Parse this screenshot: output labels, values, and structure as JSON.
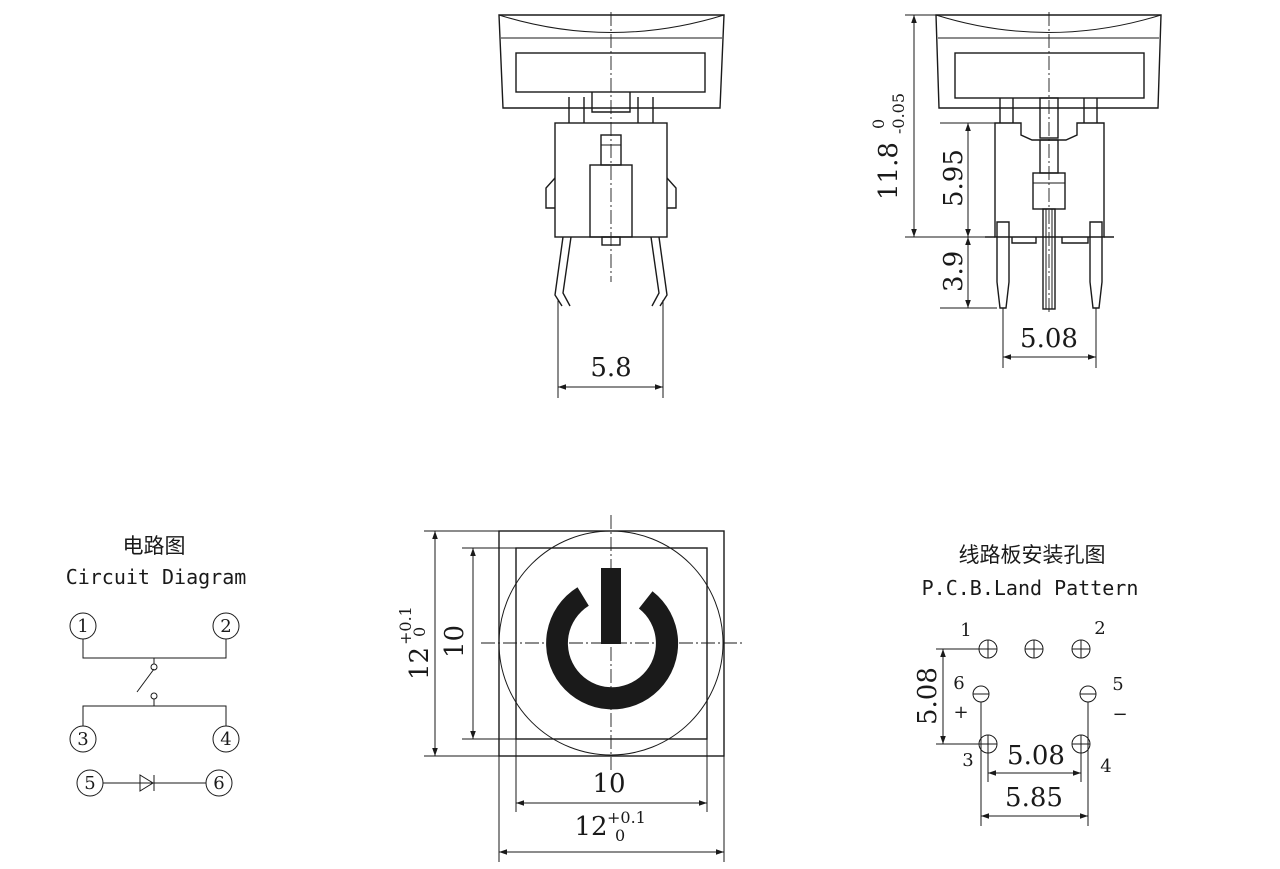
{
  "circuit": {
    "title_cn": "电路图",
    "title_en": "Circuit Diagram",
    "pins": [
      "1",
      "2",
      "3",
      "4",
      "5",
      "6"
    ]
  },
  "side_view": {
    "dim_pin_spacing": "5.8"
  },
  "front_view": {
    "dim_height_main": "11.8",
    "dim_height_tol_upper": "0",
    "dim_height_tol_lower": "-0.05",
    "dim_body": "5.95",
    "dim_lead": "3.9",
    "dim_pitch": "5.08"
  },
  "top_view": {
    "dim_inner": "10",
    "dim_outer": "12",
    "dim_tol_upper": "+0.1",
    "dim_tol_lower": "0",
    "symbol": "power-symbol"
  },
  "pcb": {
    "title_cn": "线路板安装孔图",
    "title_en": "P.C.B.Land Pattern",
    "pins": [
      "1",
      "2",
      "3",
      "4",
      "5",
      "6"
    ],
    "plus": "+",
    "minus": "−",
    "dim_vertical": "5.08",
    "dim_inner_h": "5.08",
    "dim_outer_h": "5.85"
  }
}
